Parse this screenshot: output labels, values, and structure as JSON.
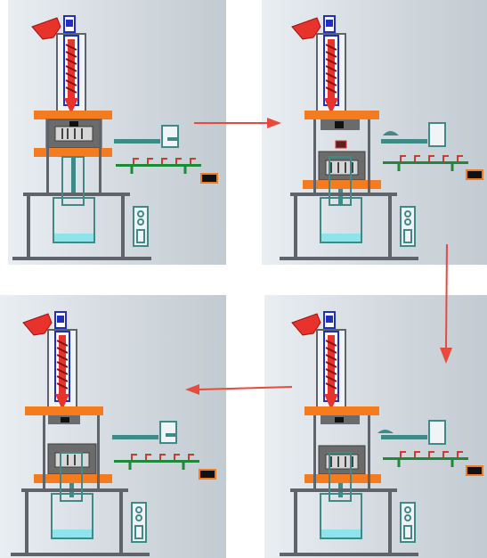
{
  "figure": {
    "panels": [
      {
        "id": "stage-1-injection",
        "mold_open": false,
        "part_ejected": false
      },
      {
        "id": "stage-2-mold-open-part-removed",
        "mold_open": true,
        "part_ejected": true
      },
      {
        "id": "stage-3-part-on-conveyor",
        "mold_open": true,
        "part_ejected": false
      },
      {
        "id": "stage-4-mold-closed-reset",
        "mold_open": false,
        "part_ejected": false
      }
    ],
    "flow": [
      "stage-1-injection",
      "stage-2-mold-open-part-removed",
      "stage-4-mold-closed-reset",
      "stage-3-part-on-conveyor"
    ],
    "colors": {
      "panel_bg": "#d5dce2",
      "frame": "#5e6469",
      "screw_red": "#e8322c",
      "barrel_blue": "#1f2fbf",
      "platen_orange": "#f47c1e",
      "mold_gray": "#6b6b6b",
      "robot_teal": "#3f8a86",
      "conveyor_green": "#1d8a3a",
      "arrow_red": "#e84a3c",
      "water_cyan": "#8fe3ea"
    }
  }
}
